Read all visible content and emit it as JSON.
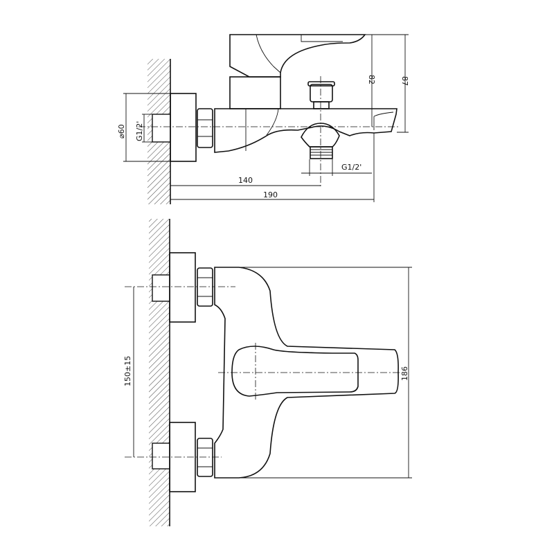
{
  "side_view": {
    "height_to_axis": "82",
    "total_height": "87",
    "flange_diameter": "⌀60",
    "inlet_thread": "G1/2'",
    "outlet_thread": "G1/2'",
    "wall_to_outlet": "140",
    "projection": "190"
  },
  "top_view": {
    "inlet_spacing": "150±15",
    "width": "186"
  }
}
